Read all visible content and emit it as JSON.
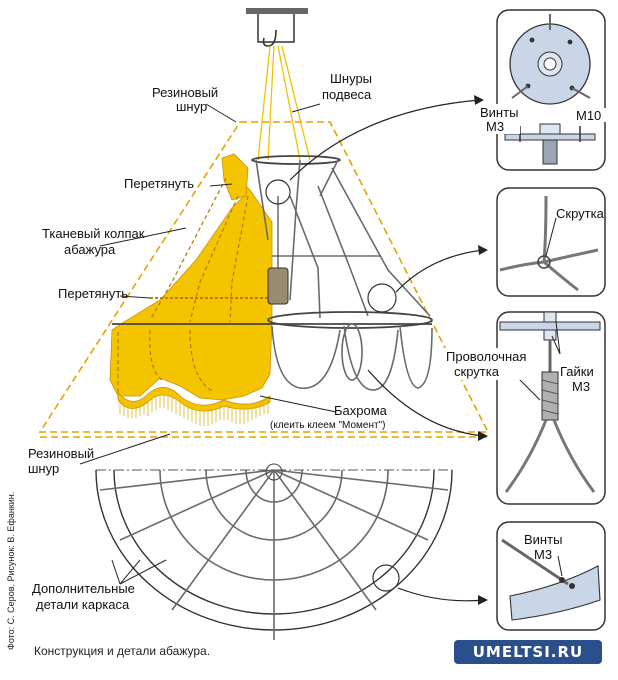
{
  "labels": {
    "rubber_cord_top": [
      "Резиновый",
      "шнур"
    ],
    "hanging_cords": [
      "Шнуры",
      "подвеса"
    ],
    "tighten_top": "Перетянуть",
    "fabric_cap": [
      "Тканевый колпак",
      "абажура"
    ],
    "tighten_mid": "Перетянуть",
    "fringe": "Бахрома",
    "fringe_note": "(клеить клеем \"Момент\")",
    "rubber_cord_bottom": [
      "Резиновый",
      "шнур"
    ],
    "extra_frame_parts": [
      "Дополнительные",
      "детали каркаса"
    ]
  },
  "insets": {
    "screws": "Винты",
    "m3": "М3",
    "m10": "М10",
    "twist": "Скрутка",
    "wire_twist": [
      "Проволочная",
      "скрутка"
    ],
    "nuts": "Гайки",
    "nuts_m3": "М3",
    "screws_m3": [
      "Винты",
      "М3"
    ]
  },
  "caption": "Конструкция и детали абажура.",
  "credit": "Фото: С. Серов. Рисунок: В. Ефанкин.",
  "watermark": "UMELTSI.RU",
  "colors": {
    "fabric": "#f5c400",
    "dashed_outline": "#e3a400",
    "frame": "#444444",
    "watermark_bg": "#2a4f8a"
  }
}
